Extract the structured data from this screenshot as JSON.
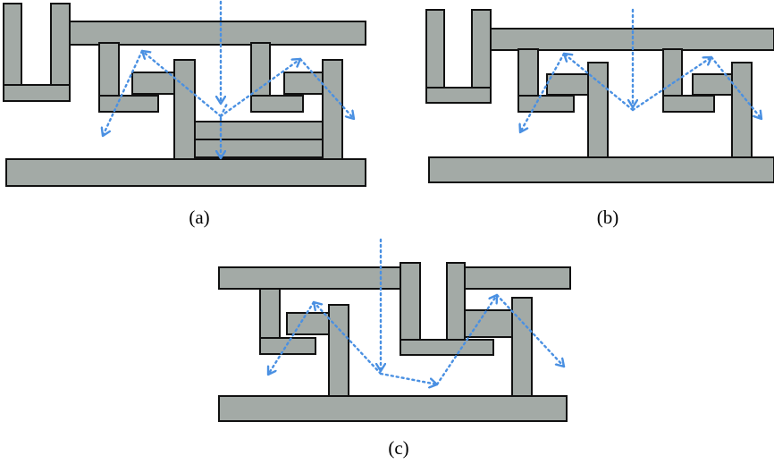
{
  "figure": {
    "panels": [
      {
        "id": "a",
        "caption": "(a)"
      },
      {
        "id": "b",
        "caption": "(b)"
      },
      {
        "id": "c",
        "caption": "(c)"
      }
    ],
    "colors": {
      "structure_fill": "#a3aaa6",
      "structure_outline": "#111111",
      "ray": "#4a90e2"
    }
  }
}
